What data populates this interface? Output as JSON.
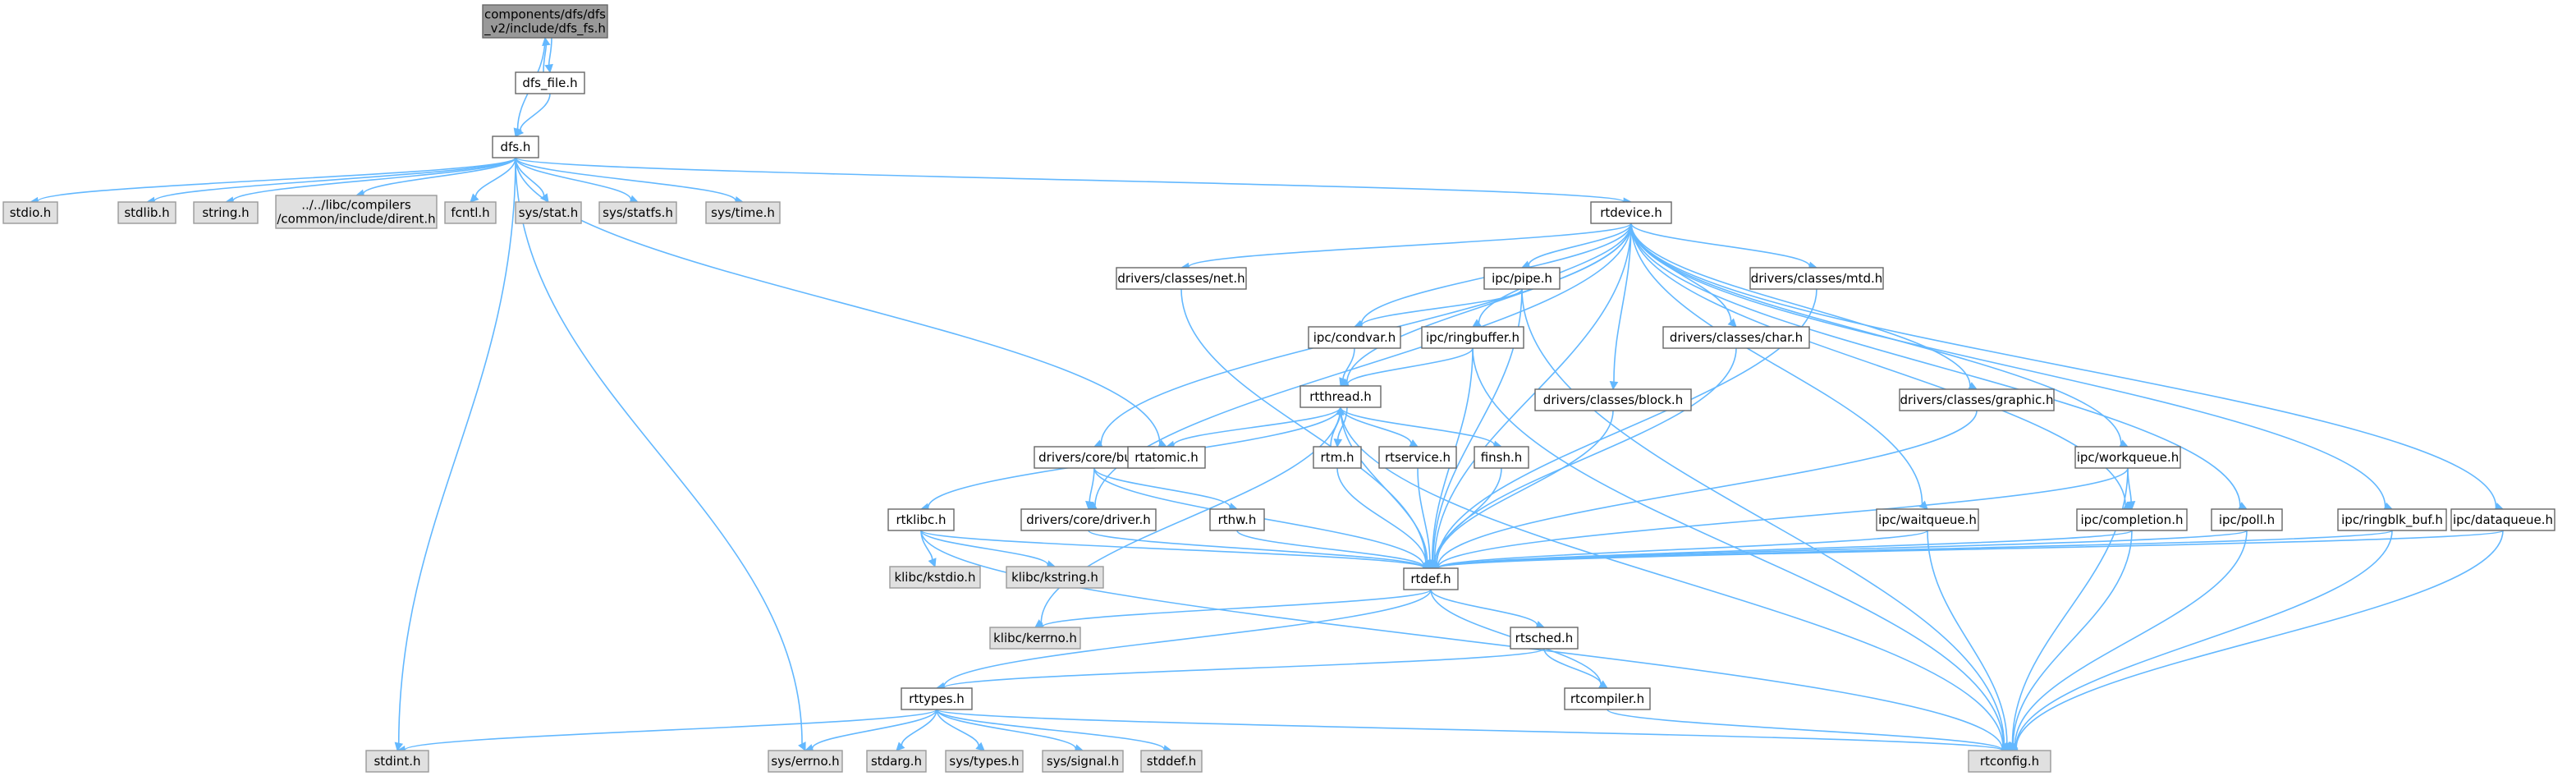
{
  "colors": {
    "edge": "#63b8ff",
    "node_border": "#666666",
    "node_fill": "#ffffff",
    "external_fill": "#e0e0e0",
    "root_fill": "#999999"
  },
  "nodes": [
    {
      "id": "root",
      "label": [
        "components/dfs/dfs",
        "_v2/include/dfs_fs.h"
      ],
      "style": "dark"
    },
    {
      "id": "dfs_file",
      "label": [
        "dfs_file.h"
      ],
      "style": "white"
    },
    {
      "id": "dfs",
      "label": [
        "dfs.h"
      ],
      "style": "white"
    },
    {
      "id": "stdio",
      "label": [
        "stdio.h"
      ],
      "style": "gray"
    },
    {
      "id": "stdlib",
      "label": [
        "stdlib.h"
      ],
      "style": "gray"
    },
    {
      "id": "string",
      "label": [
        "string.h"
      ],
      "style": "gray"
    },
    {
      "id": "dirent",
      "label": [
        "../../libc/compilers",
        "/common/include/dirent.h"
      ],
      "style": "gray"
    },
    {
      "id": "fcntl",
      "label": [
        "fcntl.h"
      ],
      "style": "gray"
    },
    {
      "id": "sysstat",
      "label": [
        "sys/stat.h"
      ],
      "style": "gray"
    },
    {
      "id": "sysstatfs",
      "label": [
        "sys/statfs.h"
      ],
      "style": "gray"
    },
    {
      "id": "systime",
      "label": [
        "sys/time.h"
      ],
      "style": "gray"
    },
    {
      "id": "rtdevice",
      "label": [
        "rtdevice.h"
      ],
      "style": "white"
    },
    {
      "id": "net",
      "label": [
        "drivers/classes/net.h"
      ],
      "style": "white"
    },
    {
      "id": "pipe",
      "label": [
        "ipc/pipe.h"
      ],
      "style": "white"
    },
    {
      "id": "mtd",
      "label": [
        "drivers/classes/mtd.h"
      ],
      "style": "white"
    },
    {
      "id": "condvar",
      "label": [
        "ipc/condvar.h"
      ],
      "style": "white"
    },
    {
      "id": "ringbuffer",
      "label": [
        "ipc/ringbuffer.h"
      ],
      "style": "white"
    },
    {
      "id": "char",
      "label": [
        "drivers/classes/char.h"
      ],
      "style": "white"
    },
    {
      "id": "rtthread",
      "label": [
        "rtthread.h"
      ],
      "style": "white"
    },
    {
      "id": "block",
      "label": [
        "drivers/classes/block.h"
      ],
      "style": "white"
    },
    {
      "id": "graphic",
      "label": [
        "drivers/classes/graphic.h"
      ],
      "style": "white"
    },
    {
      "id": "bus",
      "label": [
        "drivers/core/bus.h"
      ],
      "style": "white"
    },
    {
      "id": "rtatomic",
      "label": [
        "rtatomic.h"
      ],
      "style": "white"
    },
    {
      "id": "rtm",
      "label": [
        "rtm.h"
      ],
      "style": "white"
    },
    {
      "id": "rtservice",
      "label": [
        "rtservice.h"
      ],
      "style": "white"
    },
    {
      "id": "finsh",
      "label": [
        "finsh.h"
      ],
      "style": "white"
    },
    {
      "id": "workqueue",
      "label": [
        "ipc/workqueue.h"
      ],
      "style": "white"
    },
    {
      "id": "rtklibc",
      "label": [
        "rtklibc.h"
      ],
      "style": "white"
    },
    {
      "id": "driver",
      "label": [
        "drivers/core/driver.h"
      ],
      "style": "white"
    },
    {
      "id": "rthw",
      "label": [
        "rthw.h"
      ],
      "style": "white"
    },
    {
      "id": "waitqueue",
      "label": [
        "ipc/waitqueue.h"
      ],
      "style": "white"
    },
    {
      "id": "completion",
      "label": [
        "ipc/completion.h"
      ],
      "style": "white"
    },
    {
      "id": "poll",
      "label": [
        "ipc/poll.h"
      ],
      "style": "white"
    },
    {
      "id": "ringblk",
      "label": [
        "ipc/ringblk_buf.h"
      ],
      "style": "white"
    },
    {
      "id": "dataqueue",
      "label": [
        "ipc/dataqueue.h"
      ],
      "style": "white"
    },
    {
      "id": "kstdio",
      "label": [
        "klibc/kstdio.h"
      ],
      "style": "gray"
    },
    {
      "id": "kstring",
      "label": [
        "klibc/kstring.h"
      ],
      "style": "gray"
    },
    {
      "id": "rtdef",
      "label": [
        "rtdef.h"
      ],
      "style": "white"
    },
    {
      "id": "kerrno",
      "label": [
        "klibc/kerrno.h"
      ],
      "style": "gray"
    },
    {
      "id": "rtsched",
      "label": [
        "rtsched.h"
      ],
      "style": "white"
    },
    {
      "id": "rttypes",
      "label": [
        "rttypes.h"
      ],
      "style": "white"
    },
    {
      "id": "rtcompiler",
      "label": [
        "rtcompiler.h"
      ],
      "style": "white"
    },
    {
      "id": "stdint",
      "label": [
        "stdint.h"
      ],
      "style": "gray"
    },
    {
      "id": "syserrno",
      "label": [
        "sys/errno.h"
      ],
      "style": "gray"
    },
    {
      "id": "stdarg",
      "label": [
        "stdarg.h"
      ],
      "style": "gray"
    },
    {
      "id": "systypes",
      "label": [
        "sys/types.h"
      ],
      "style": "gray"
    },
    {
      "id": "syssignal",
      "label": [
        "sys/signal.h"
      ],
      "style": "gray"
    },
    {
      "id": "stddef",
      "label": [
        "stddef.h"
      ],
      "style": "gray"
    },
    {
      "id": "rtconfig",
      "label": [
        "rtconfig.h"
      ],
      "style": "gray"
    }
  ],
  "edges": [
    [
      "root",
      "dfs_file"
    ],
    [
      "dfs_file",
      "root"
    ],
    [
      "root",
      "dfs"
    ],
    [
      "dfs_file",
      "dfs"
    ],
    [
      "dfs",
      "stdio"
    ],
    [
      "dfs",
      "stdlib"
    ],
    [
      "dfs",
      "string"
    ],
    [
      "dfs",
      "dirent"
    ],
    [
      "dfs",
      "fcntl"
    ],
    [
      "dfs",
      "sysstat"
    ],
    [
      "dfs",
      "sysstatfs"
    ],
    [
      "dfs",
      "systime"
    ],
    [
      "dfs",
      "rtdevice"
    ],
    [
      "dfs",
      "rtatomic"
    ],
    [
      "dfs",
      "syserrno"
    ],
    [
      "dfs",
      "stdint"
    ],
    [
      "rtdevice",
      "net"
    ],
    [
      "rtdevice",
      "pipe"
    ],
    [
      "rtdevice",
      "mtd"
    ],
    [
      "rtdevice",
      "condvar"
    ],
    [
      "rtdevice",
      "ringbuffer"
    ],
    [
      "rtdevice",
      "char"
    ],
    [
      "rtdevice",
      "rtthread"
    ],
    [
      "rtdevice",
      "block"
    ],
    [
      "rtdevice",
      "graphic"
    ],
    [
      "rtdevice",
      "bus"
    ],
    [
      "rtdevice",
      "driver"
    ],
    [
      "rtdevice",
      "workqueue"
    ],
    [
      "rtdevice",
      "waitqueue"
    ],
    [
      "rtdevice",
      "completion"
    ],
    [
      "rtdevice",
      "poll"
    ],
    [
      "rtdevice",
      "ringblk"
    ],
    [
      "rtdevice",
      "dataqueue"
    ],
    [
      "rtdevice",
      "rtdef"
    ],
    [
      "net",
      "rtdef"
    ],
    [
      "pipe",
      "condvar"
    ],
    [
      "pipe",
      "rtdef"
    ],
    [
      "pipe",
      "rtconfig"
    ],
    [
      "mtd",
      "rtdef"
    ],
    [
      "condvar",
      "rtthread"
    ],
    [
      "ringbuffer",
      "rtthread"
    ],
    [
      "ringbuffer",
      "rtdef"
    ],
    [
      "ringbuffer",
      "rtconfig"
    ],
    [
      "char",
      "rtdef"
    ],
    [
      "block",
      "rtdef"
    ],
    [
      "graphic",
      "rtdef"
    ],
    [
      "rtthread",
      "rtatomic"
    ],
    [
      "rtthread",
      "rtm"
    ],
    [
      "rtthread",
      "rtservice"
    ],
    [
      "rtthread",
      "finsh"
    ],
    [
      "rtthread",
      "rtklibc"
    ],
    [
      "rtthread",
      "rtdef"
    ],
    [
      "rtthread",
      "rtconfig"
    ],
    [
      "rtthread",
      "kerrno"
    ],
    [
      "rtm",
      "rtthread"
    ],
    [
      "rtm",
      "rtdef"
    ],
    [
      "rtservice",
      "rtdef"
    ],
    [
      "finsh",
      "rtdef"
    ],
    [
      "bus",
      "driver"
    ],
    [
      "bus",
      "rthw"
    ],
    [
      "bus",
      "rtdef"
    ],
    [
      "driver",
      "rtdef"
    ],
    [
      "rthw",
      "rtdef"
    ],
    [
      "rtklibc",
      "kstdio"
    ],
    [
      "rtklibc",
      "kstring"
    ],
    [
      "rtklibc",
      "rtdef"
    ],
    [
      "rtklibc",
      "rtconfig"
    ],
    [
      "workqueue",
      "completion"
    ],
    [
      "workqueue",
      "rtdef"
    ],
    [
      "workqueue",
      "rtconfig"
    ],
    [
      "waitqueue",
      "rtdef"
    ],
    [
      "waitqueue",
      "rtconfig"
    ],
    [
      "completion",
      "rtdef"
    ],
    [
      "completion",
      "rtconfig"
    ],
    [
      "poll",
      "rtdef"
    ],
    [
      "poll",
      "rtconfig"
    ],
    [
      "ringblk",
      "rtdef"
    ],
    [
      "ringblk",
      "rtconfig"
    ],
    [
      "dataqueue",
      "rtdef"
    ],
    [
      "dataqueue",
      "rtconfig"
    ],
    [
      "rtdef",
      "kerrno"
    ],
    [
      "rtdef",
      "rtsched"
    ],
    [
      "rtdef",
      "rttypes"
    ],
    [
      "rtdef",
      "rtcompiler"
    ],
    [
      "rtsched",
      "rttypes"
    ],
    [
      "rtsched",
      "rtcompiler"
    ],
    [
      "rtcompiler",
      "rtconfig"
    ],
    [
      "rttypes",
      "stdint"
    ],
    [
      "rttypes",
      "syserrno"
    ],
    [
      "rttypes",
      "stdarg"
    ],
    [
      "rttypes",
      "systypes"
    ],
    [
      "rttypes",
      "syssignal"
    ],
    [
      "rttypes",
      "stddef"
    ],
    [
      "rttypes",
      "rtconfig"
    ]
  ]
}
